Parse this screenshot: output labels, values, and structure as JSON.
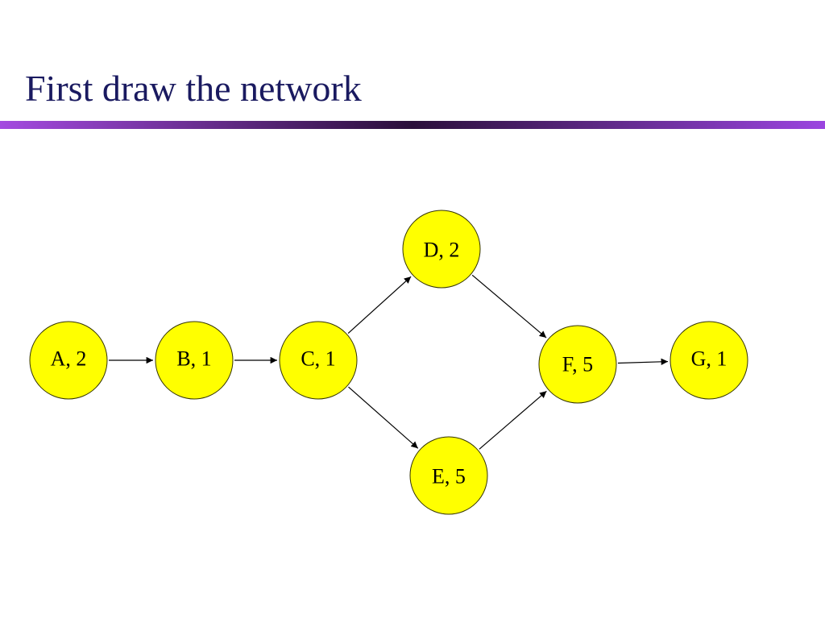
{
  "title": "First draw the network",
  "colors": {
    "title_text": "#1a1a60",
    "rule_start": "#a44ae0",
    "rule_mid": "#2a0f3a",
    "rule_end": "#9b45e0",
    "node_fill": "#ffff00",
    "node_stroke": "#333300",
    "edge": "#000000",
    "label": "#000000"
  },
  "network": {
    "nodes": [
      {
        "id": "A",
        "label": "A, 2"
      },
      {
        "id": "B",
        "label": "B, 1"
      },
      {
        "id": "C",
        "label": "C, 1"
      },
      {
        "id": "D",
        "label": "D, 2"
      },
      {
        "id": "E",
        "label": "E, 5"
      },
      {
        "id": "F",
        "label": "F, 5"
      },
      {
        "id": "G",
        "label": "G, 1"
      }
    ],
    "edges": [
      {
        "from": "A",
        "to": "B"
      },
      {
        "from": "B",
        "to": "C"
      },
      {
        "from": "C",
        "to": "D"
      },
      {
        "from": "C",
        "to": "E"
      },
      {
        "from": "D",
        "to": "F"
      },
      {
        "from": "E",
        "to": "F"
      },
      {
        "from": "F",
        "to": "G"
      }
    ]
  }
}
